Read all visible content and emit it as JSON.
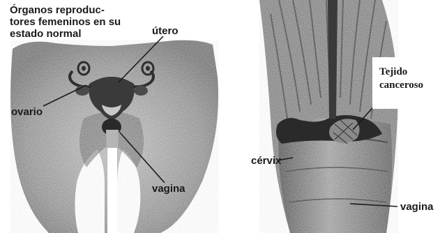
{
  "left_figure": {
    "title": "Órganos reproduc- tores femeninos en su estado normal",
    "labels": {
      "utero": "útero",
      "ovario": "ovario",
      "vagina": "vagina"
    }
  },
  "right_figure": {
    "labels": {
      "tumor_line1": "Tejido",
      "tumor_line2": "canceroso",
      "cervix": "cérvix",
      "vagina": "vagina"
    }
  },
  "colors": {
    "background": "#ffffff",
    "tissue": "#8f8f8f",
    "dark_tissue": "#2e2e2e",
    "label": "#1a1a1a"
  }
}
